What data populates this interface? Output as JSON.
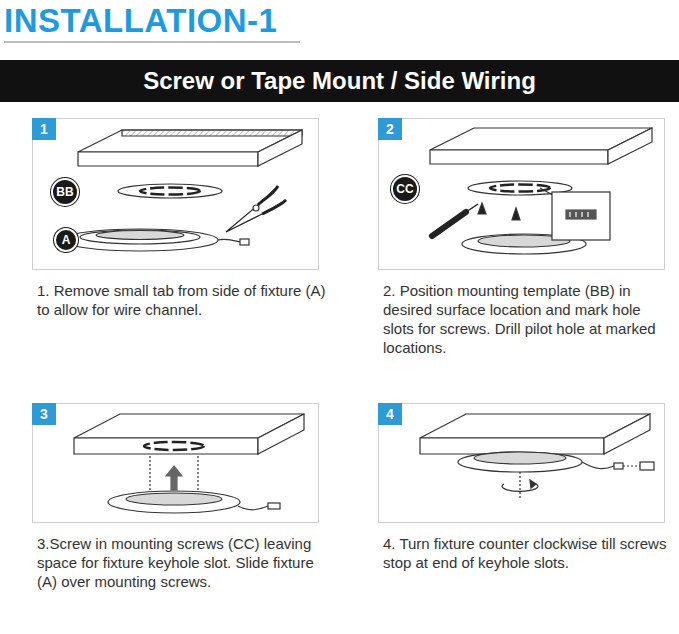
{
  "diagram": {
    "title": "INSTALLATION-1",
    "nodes": [
      {
        "text": [
          "Screw or Tape Mount / Side Wiring"
        ]
      },
      {
        "text": [
          "1",
          "1. Remove small tab from side of fixture (A) to allow for wire channel."
        ]
      },
      {
        "text": [
          "BB"
        ],
        "in": 1
      },
      {
        "text": [
          "A"
        ],
        "in": 1
      },
      {
        "text": [
          "2",
          "2. Position mounting template (BB) in desired surface location and mark hole slots for screws. Drill pilot hole at marked locations."
        ]
      },
      {
        "text": [
          "CC"
        ],
        "in": 4
      },
      {
        "text": [
          "3",
          "3.Screw in mounting screws (CC) leaving space for fixture keyhole slot. Slide fixture (A) over mounting screws."
        ]
      },
      {
        "text": [
          "4",
          "4. Turn fixture counter clockwise till screws stop at end of keyhole slots."
        ]
      }
    ]
  }
}
